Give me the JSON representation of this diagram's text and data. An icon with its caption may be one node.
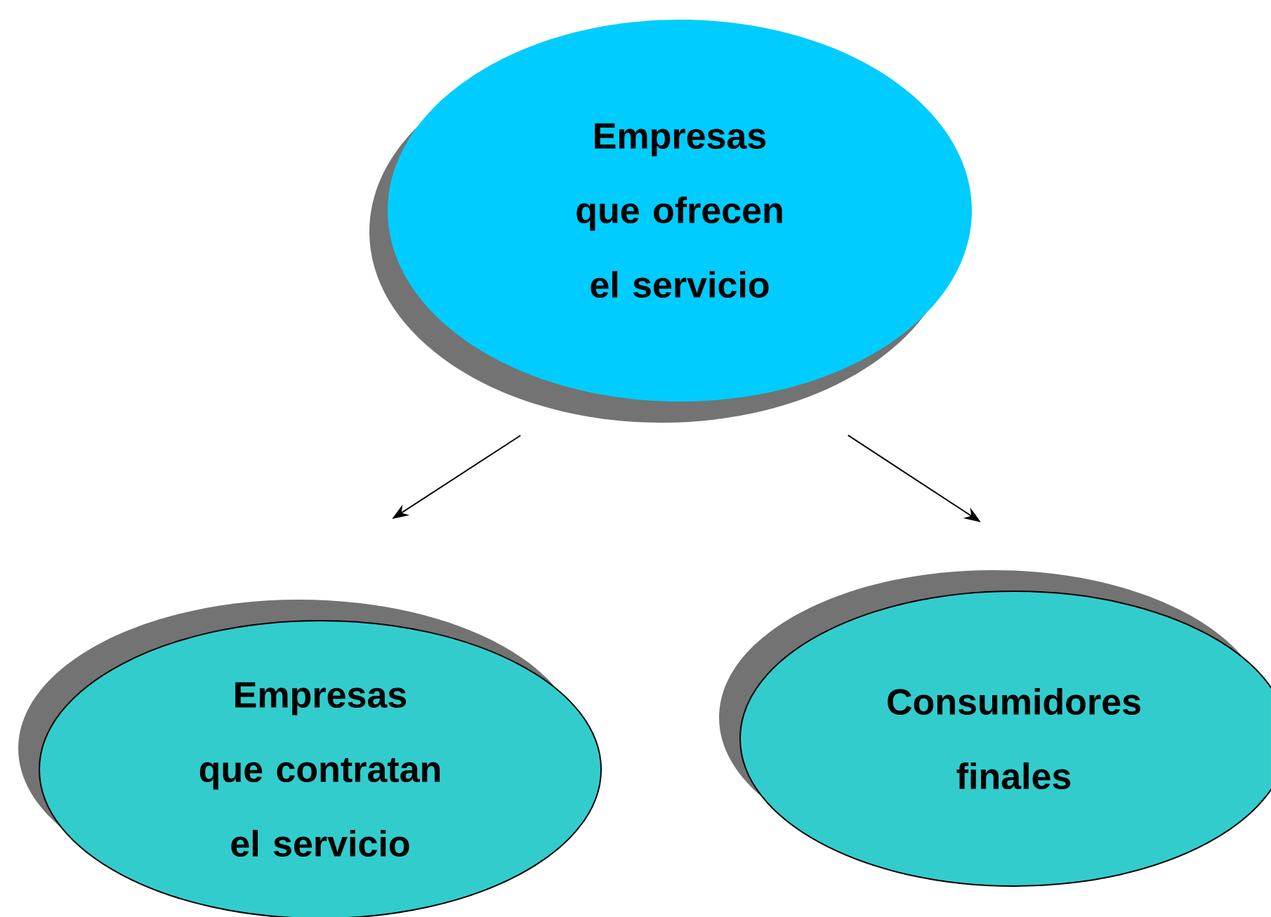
{
  "diagram": {
    "nodes": [
      {
        "text": [
          "Empresas que ofrecen el servicio"
        ]
      },
      {
        "text": [
          "Empresas que contratan el servicio"
        ]
      },
      {
        "text": [
          "Consumidores finales"
        ]
      }
    ],
    "edges": [
      {
        "from": 0,
        "to": 1,
        "arrow": "to"
      },
      {
        "from": 0,
        "to": 2,
        "arrow": "to"
      }
    ]
  }
}
